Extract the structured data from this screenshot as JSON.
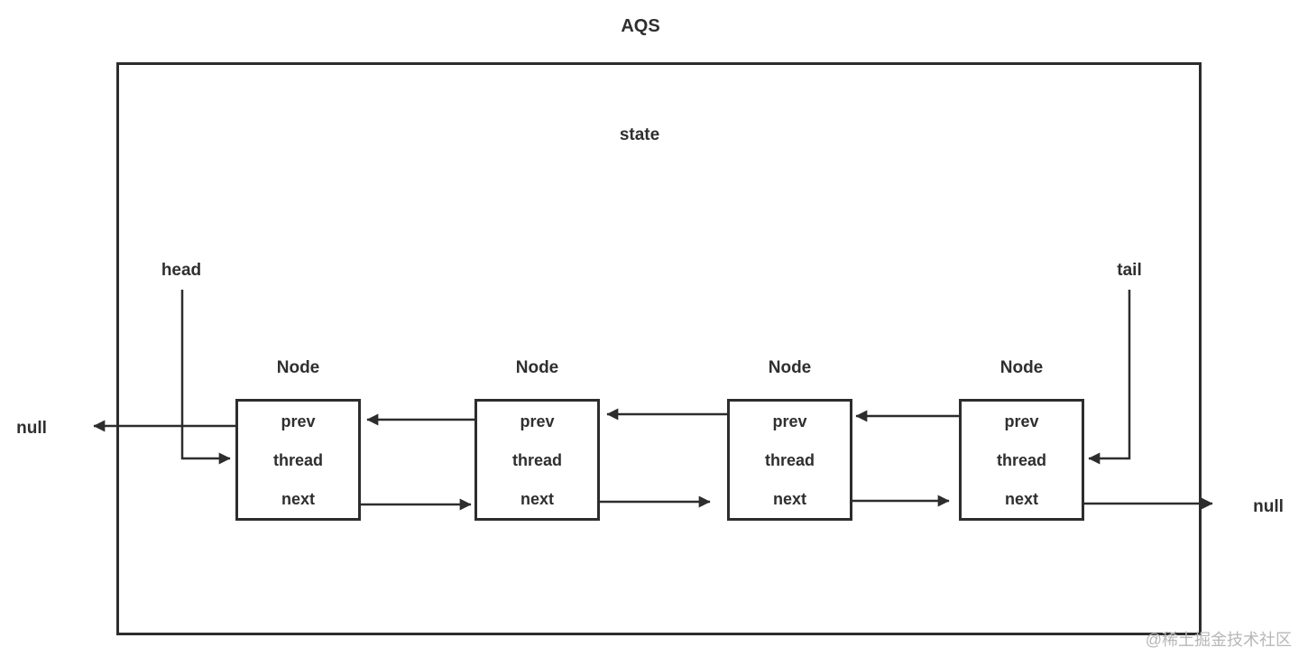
{
  "diagram": {
    "title": "AQS",
    "state_label": "state",
    "head_label": "head",
    "tail_label": "tail",
    "null_left": "null",
    "null_right": "null",
    "watermark": "@稀土掘金技术社区",
    "colors": {
      "line": "#2d2d2d",
      "text": "#2f2f2f",
      "watermark": "#b7b7b7",
      "background": "#ffffff"
    }
  },
  "nodes": [
    {
      "title": "Node",
      "fields": [
        "prev",
        "thread",
        "next"
      ]
    },
    {
      "title": "Node",
      "fields": [
        "prev",
        "thread",
        "next"
      ]
    },
    {
      "title": "Node",
      "fields": [
        "prev",
        "thread",
        "next"
      ]
    },
    {
      "title": "Node",
      "fields": [
        "prev",
        "thread",
        "next"
      ]
    }
  ],
  "pointers": {
    "head_target": "node-1 thread (from left)",
    "tail_target": "node-4 thread (from right)",
    "node1_prev": "null",
    "node4_next": "null"
  }
}
